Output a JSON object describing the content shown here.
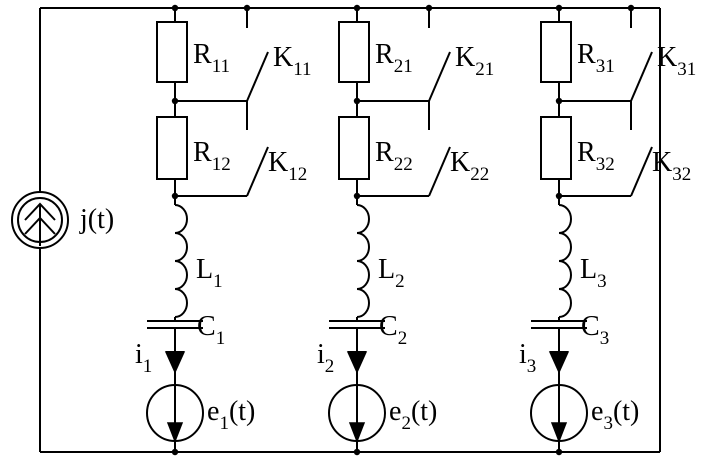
{
  "source": {
    "label": "j(t)"
  },
  "branches": [
    {
      "r_top": {
        "main": "R",
        "sub": "11"
      },
      "k_top": {
        "main": "K",
        "sub": "11"
      },
      "r_bot": {
        "main": "R",
        "sub": "12"
      },
      "k_bot": {
        "main": "K",
        "sub": "12"
      },
      "inductor": {
        "main": "L",
        "sub": "1"
      },
      "capacitor": {
        "main": "C",
        "sub": "1"
      },
      "current": {
        "main": "i",
        "sub": "1"
      },
      "emf": {
        "main": "e",
        "sub": "1",
        "suffix": "(t)"
      }
    },
    {
      "r_top": {
        "main": "R",
        "sub": "21"
      },
      "k_top": {
        "main": "K",
        "sub": "21"
      },
      "r_bot": {
        "main": "R",
        "sub": "22"
      },
      "k_bot": {
        "main": "K",
        "sub": "22"
      },
      "inductor": {
        "main": "L",
        "sub": "2"
      },
      "capacitor": {
        "main": "C",
        "sub": "2"
      },
      "current": {
        "main": "i",
        "sub": "2"
      },
      "emf": {
        "main": "e",
        "sub": "2",
        "suffix": "(t)"
      }
    },
    {
      "r_top": {
        "main": "R",
        "sub": "31"
      },
      "k_top": {
        "main": "K",
        "sub": "31"
      },
      "r_bot": {
        "main": "R",
        "sub": "32"
      },
      "k_bot": {
        "main": "K",
        "sub": "32"
      },
      "inductor": {
        "main": "L",
        "sub": "3"
      },
      "capacitor": {
        "main": "C",
        "sub": "3"
      },
      "current": {
        "main": "i",
        "sub": "3"
      },
      "emf": {
        "main": "e",
        "sub": "3",
        "suffix": "(t)"
      }
    }
  ]
}
